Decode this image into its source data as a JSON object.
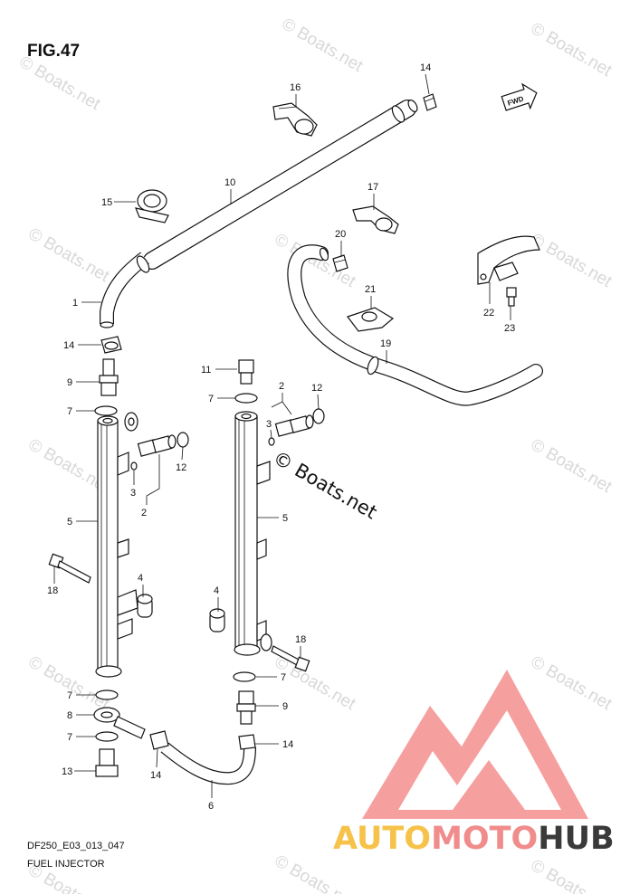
{
  "figure": {
    "title": "FIG.47"
  },
  "caption": {
    "code": "DF250_E03_013_047",
    "name": "FUEL INJECTOR"
  },
  "watermark": {
    "text": "© Boats.net",
    "main": "© Boats.net"
  },
  "brand": {
    "part1": "AUTO",
    "part2": "MOTO",
    "part3": "HUB",
    "colors": {
      "auto": "#f6c24a",
      "moto": "#f08080",
      "hub": "#3a3a3a",
      "triangle": "#f07a7a"
    }
  },
  "fwd_label": "FWD",
  "callouts": [
    "1",
    "2",
    "2",
    "3",
    "3",
    "4",
    "4",
    "5",
    "5",
    "6",
    "7",
    "7",
    "7",
    "7",
    "8",
    "9",
    "9",
    "10",
    "11",
    "12",
    "12",
    "13",
    "14",
    "14",
    "14",
    "14",
    "15",
    "16",
    "17",
    "18",
    "18",
    "19",
    "20",
    "21",
    "22",
    "23"
  ]
}
